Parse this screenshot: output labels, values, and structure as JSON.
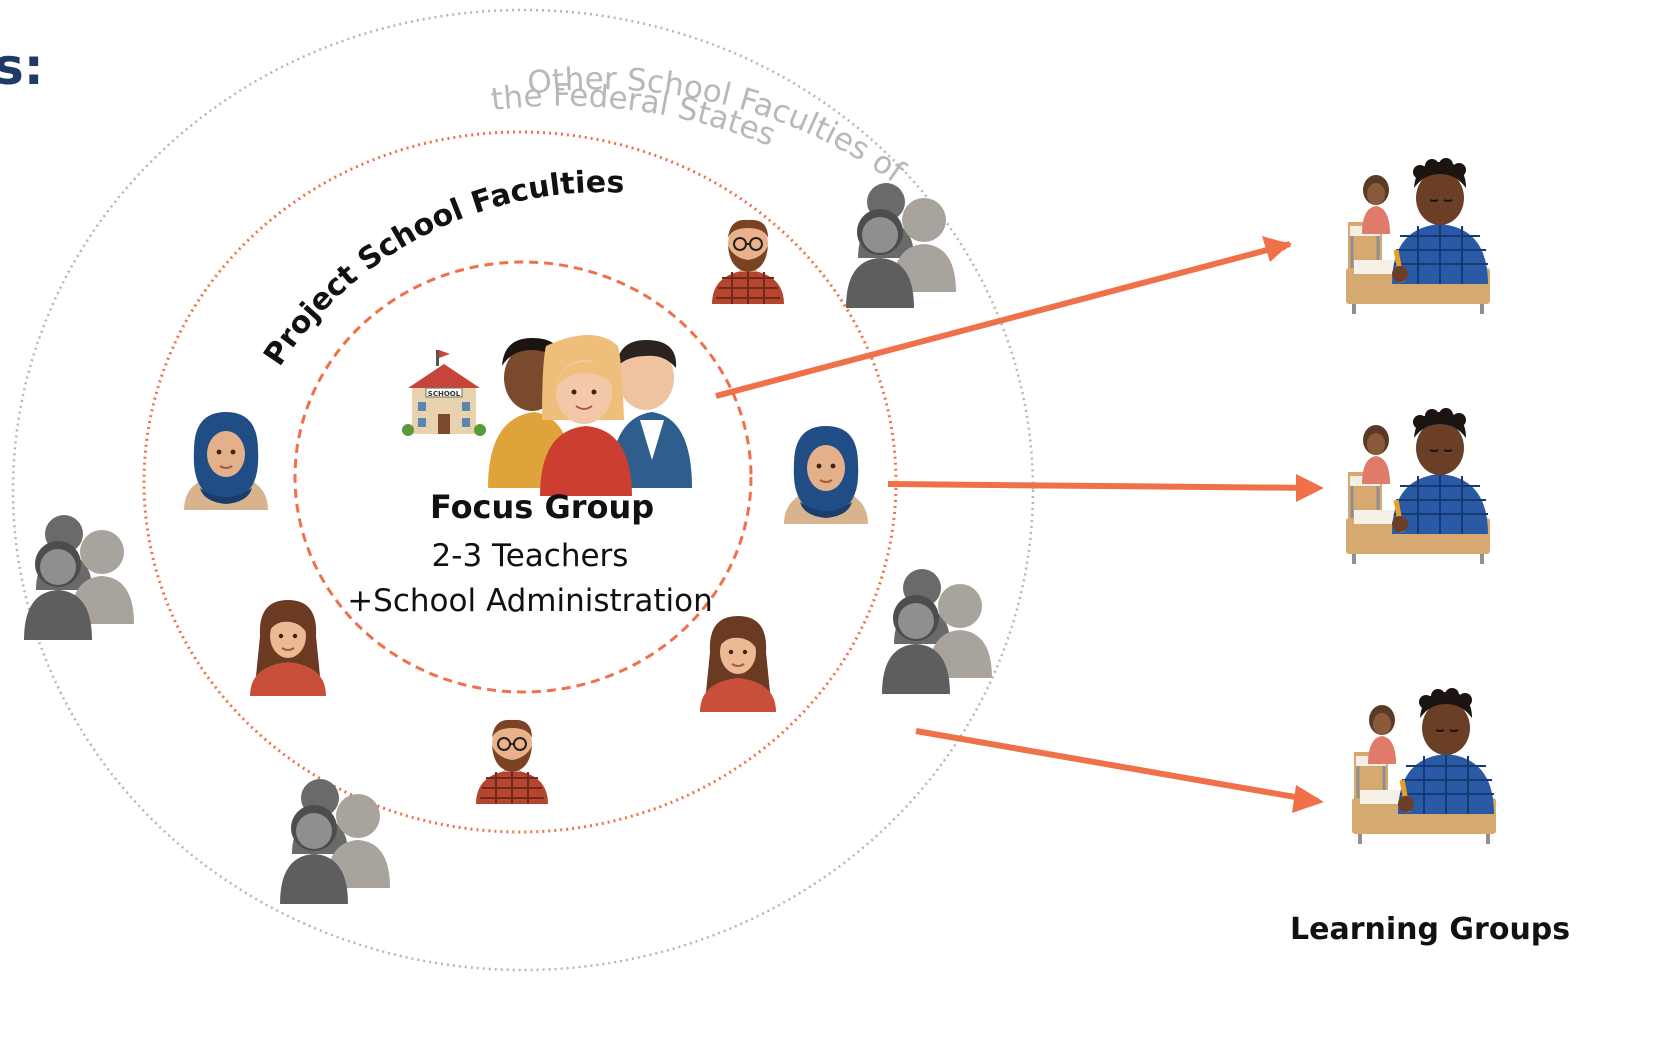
{
  "partial_heading": "s:",
  "rings": {
    "outer_label_line1": "Other School Faculties of",
    "outer_label_line2": "the Federal States",
    "middle_label": "Project School Faculties"
  },
  "focus_group": {
    "title": "Focus Group",
    "line1": "2-3 Teachers",
    "line2": "+School Administration",
    "school_sign": "SCHOOL"
  },
  "learning_groups": {
    "label": "Learning Groups"
  },
  "colors": {
    "accent": "#f0704a",
    "outer_ring": "#b5b5b5",
    "outer_label": "#b8b8b8",
    "heading": "#1f3a64",
    "silhouette_front": "#5d5d5d",
    "silhouette_back": "#9a9590"
  }
}
